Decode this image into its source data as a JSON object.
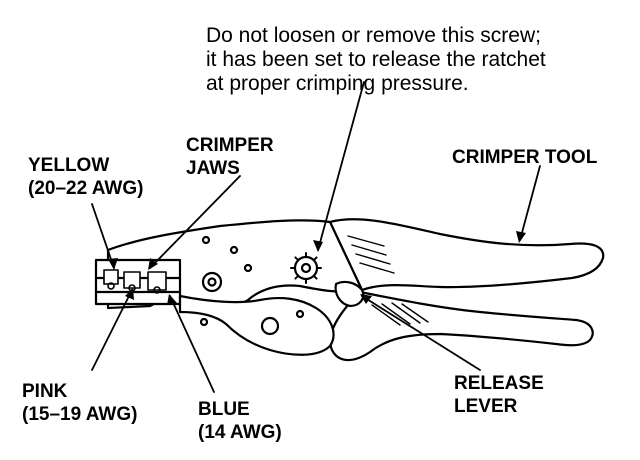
{
  "note": {
    "lines": [
      "Do not loosen or remove this screw;",
      "it has been set to release the ratchet",
      "at proper crimping pressure."
    ]
  },
  "labels": {
    "yellow": {
      "line1": "YELLOW",
      "line2": "(20–22 AWG)"
    },
    "crimper_jaws": {
      "line1": "CRIMPER",
      "line2": "JAWS"
    },
    "crimper_tool": {
      "line1": "CRIMPER TOOL"
    },
    "pink": {
      "line1": "PINK",
      "line2": "(15–19 AWG)"
    },
    "blue": {
      "line1": "BLUE",
      "line2": "(14 AWG)"
    },
    "release_lever": {
      "line1": "RELEASE",
      "line2": "LEVER"
    }
  },
  "colors": {
    "ink": "#000000",
    "paper": "#ffffff"
  }
}
